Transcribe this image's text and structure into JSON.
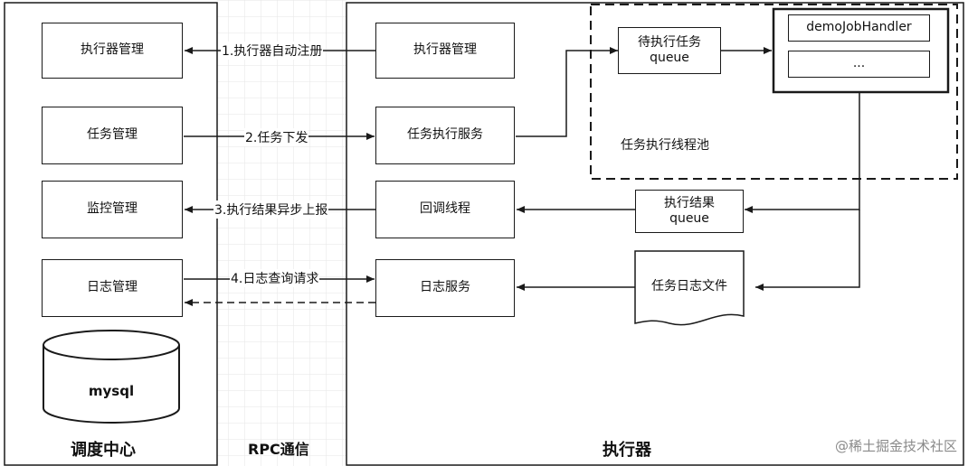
{
  "scheduler": {
    "title": "调度中心",
    "executor_mgmt": "执行器管理",
    "task_mgmt": "任务管理",
    "monitor_mgmt": "监控管理",
    "log_mgmt": "日志管理",
    "db": "mysql"
  },
  "rpc": {
    "title": "RPC通信",
    "step1": "1.执行器自动注册",
    "step2": "2.任务下发",
    "step3": "3.执行结果异步上报",
    "step4": "4.日志查询请求"
  },
  "executor": {
    "title": "执行器",
    "executor_mgmt": "执行器管理",
    "task_exec_service": "任务执行服务",
    "callback_thread": "回调线程",
    "log_service": "日志服务",
    "pending_queue": "待执行任务\nqueue",
    "thread_pool_label": "任务执行线程池",
    "handler": "demoJobHandler",
    "handler_more": "...",
    "result_queue": "执行结果\nqueue",
    "task_log_file": "任务日志文件"
  },
  "watermark": "@稀土掘金技术社区"
}
